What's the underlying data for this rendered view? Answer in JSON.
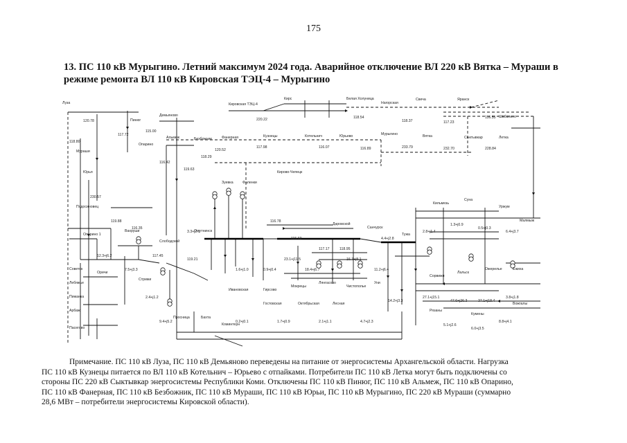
{
  "page_number": "175",
  "title": {
    "line1": "13. ПС 110 кВ Мурыгино. Летний максимум 2024 года. Аварийное отключение ВЛ 220 кВ Вятка – Мураши в",
    "line2": "режиме ремонта ВЛ 110 кВ Кировская ТЭЦ-4 – Мурыгино"
  },
  "diagram": {
    "labels": [
      "Луза",
      "Демьяново",
      "Пинюг",
      "Мураши",
      "Юрья",
      "Опарино",
      "Альмеж",
      "Безбожник",
      "Фанерная",
      "Кузнецы",
      "Котельнич",
      "Юрьево",
      "Мурыгино",
      "Вятка",
      "Сыктывкар",
      "Летка",
      "Кировская ТЭЦ-4",
      "Кирс",
      "Белая Холуница",
      "Нагорская",
      "Свеча",
      "Яранск",
      "Шабалино",
      "Подосиновец",
      "Опарино 1",
      "Вахруши",
      "Слободской",
      "Омутнинск",
      "Зуевка",
      "Фаленки",
      "Кирово-Чепецк",
      "Даровской",
      "Санчурск",
      "Тужа",
      "Кильмезь",
      "Суна",
      "Уржум",
      "Малмыж",
      "Советск",
      "Лебяжье",
      "Пижанка",
      "Арбаж",
      "Пасегово",
      "Оричи",
      "Стрижи",
      "Просница",
      "Бахта",
      "Коминтерн",
      "Гирсово",
      "Мокрецы",
      "Лянгасово",
      "Чистополье",
      "Уни",
      "Сорвижи",
      "Лальск",
      "Ожерелье",
      "Ежиха",
      "Рязаны",
      "Кумены",
      "Вожгалы",
      "Ивановская",
      "Гостовская",
      "Октябрьская",
      "Лесная"
    ],
    "values": [
      "120.78",
      "118.80",
      "117.72",
      "115.00",
      "116.42",
      "119.63",
      "118.29",
      "120.52",
      "117.98",
      "116.07",
      "116.89",
      "233.79",
      "232.70",
      "228.84",
      "220.22",
      "118.54",
      "118.37",
      "117.23",
      "116.55",
      "230.57",
      "119.88",
      "116.35",
      "117.45",
      "119.21",
      "116.78",
      "115.60",
      "117.17",
      "118.95",
      "4.4+j2.8",
      "2.8+j1.4",
      "1.3+j0.9",
      "0.5+j0.3",
      "6.4+j3.7",
      "3.3+j2.1",
      "12.3+j6.2",
      "7.5+j3.3",
      "2.4+j1.2",
      "9.4+j5.2",
      "1.6+j1.0",
      "0.9+j0.4",
      "23.1+j11.5",
      "18.4+j6.7",
      "16.7+j8.1",
      "11.2+j6.4",
      "14.2+j3.3",
      "27.1+j15.1",
      "47.6+j26.3",
      "37.1+j18.4",
      "3.8+j1.8",
      "5.1+j2.6",
      "6.0+j3.5",
      "8.8+j4.1",
      "0.2+j0.1",
      "1.7+j0.9",
      "2.1+j1.1",
      "4.7+j2.3"
    ]
  },
  "note": {
    "line1": "Примечание. ПС 110 кВ Луза, ПС 110 кВ Демьяново переведены на питание от энергосистемы Архангельской области. Нагрузка",
    "line2": "ПС 110 кВ Кузнецы питается по ВЛ 110 кВ Котельнич – Юрьево с отпайками. Потребители ПС 110 кВ Летка могут быть подключены со",
    "line3": "стороны ПС 220 кВ Сыктывкар энергосистемы Республики Коми. Отключены ПС 110 кВ Пинюг, ПС 110 кВ Альмеж, ПС 110 кВ Опарино,",
    "line4": "ПС 110 кВ Фанерная, ПС 110 кВ Безбожник, ПС 110 кВ Мураши, ПС 110 кВ Юрьи, ПС 110 кВ Мурыгино, ПС 220 кВ Мураши (суммарно",
    "line5": "28,6 МВт – потребители энергосистемы Кировской области)."
  }
}
